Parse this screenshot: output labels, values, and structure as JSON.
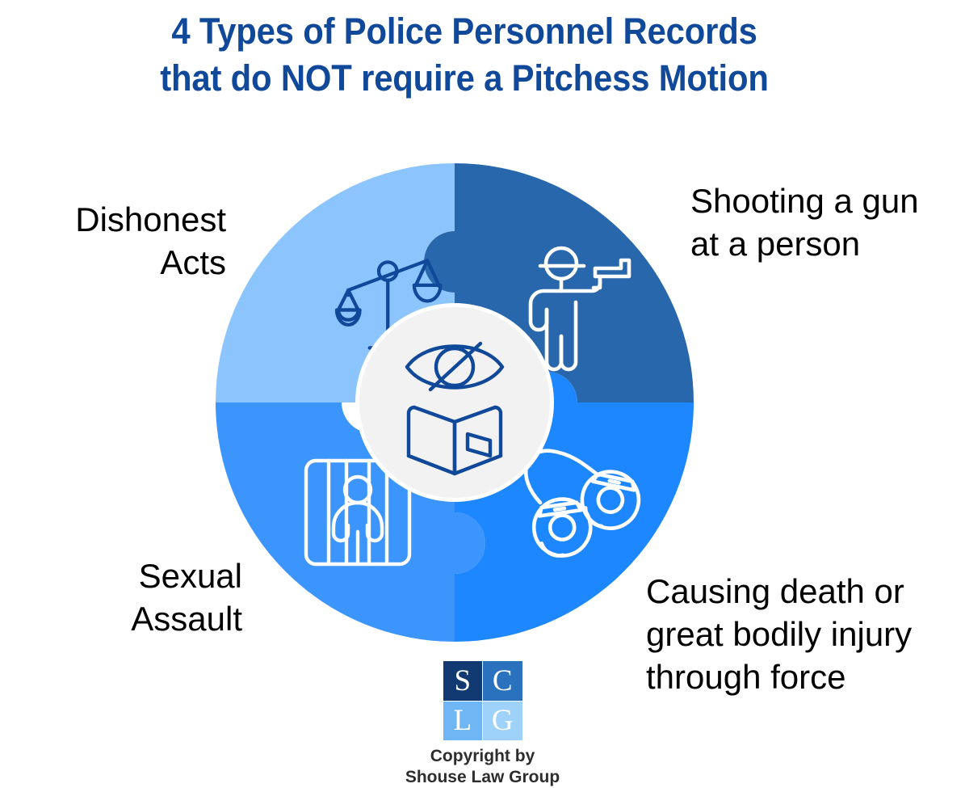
{
  "title": {
    "line1": "4 Types of Police Personnel Records",
    "line2": "that do NOT require a Pitchess Motion",
    "color": "#11499a"
  },
  "wheel": {
    "center_icon": "hidden-records-icon",
    "center_bg": "#f2f2f2",
    "segments": [
      {
        "id": "top-left",
        "label": "Dishonest Acts",
        "color": "#8cc5fe",
        "icon": "scales-of-justice-icon",
        "icon_color": "#11499a"
      },
      {
        "id": "top-right",
        "label": "Shooting a gun at a person",
        "color": "#2867ac",
        "icon": "person-shooting-gun-icon",
        "icon_color": "#ffffff"
      },
      {
        "id": "bottom-left",
        "label": "Sexual Assault",
        "color": "#3b95fc",
        "icon": "person-behind-bars-icon",
        "icon_color": "#ffffff"
      },
      {
        "id": "bottom-right",
        "label": "Causing death or great bodily injury through force",
        "color": "#1c87fe",
        "icon": "handcuffs-icon",
        "icon_color": "#ffffff"
      }
    ]
  },
  "labels": {
    "dishonest_acts": "Dishonest Acts",
    "shooting": "Shooting a gun at a person",
    "sexual_assault": "Sexual Assault",
    "causing_death": "Causing death or great bodily injury through force"
  },
  "footer": {
    "logo": {
      "s": "S",
      "c": "C",
      "l": "L",
      "g": "G",
      "colors": {
        "s": "#123a72",
        "c": "#2a72bd",
        "l": "#6fb6f5",
        "g": "#9ed2fb"
      }
    },
    "copyright_line1": "Copyright by",
    "copyright_line2": "Shouse Law Group"
  }
}
